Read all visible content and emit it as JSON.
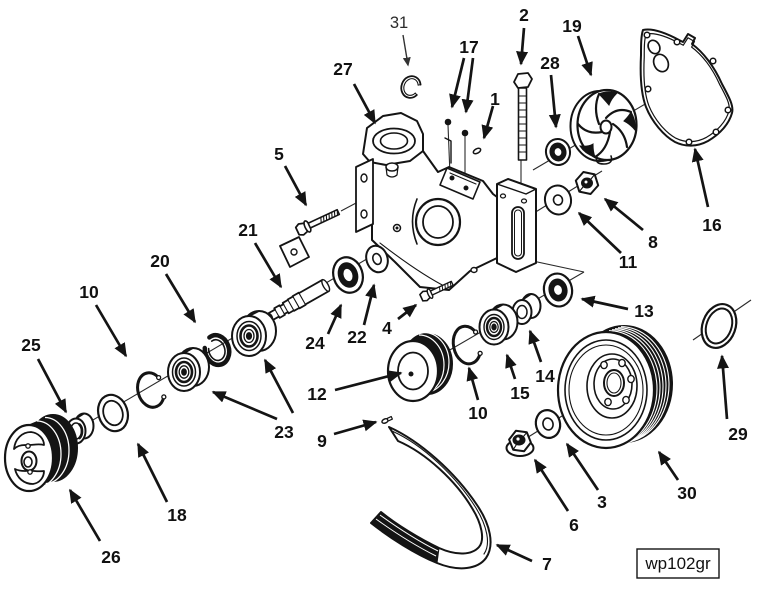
{
  "figure": {
    "code_label": "wp102gr"
  },
  "style": {
    "ink": "#141414",
    "paper": "#ffffff"
  },
  "callouts": {
    "n1": "1",
    "n2": "2",
    "n3": "3",
    "n4": "4",
    "n5": "5",
    "n6": "6",
    "n7": "7",
    "n8": "8",
    "n9": "9",
    "n10_left": "10",
    "n10_right": "10",
    "n11": "11",
    "n12": "12",
    "n13": "13",
    "n14": "14",
    "n15": "15",
    "n16": "16",
    "n17": "17",
    "n18": "18",
    "n19": "19",
    "n20": "20",
    "n21": "21",
    "n22": "22",
    "n23": "23",
    "n24": "24",
    "n25": "25",
    "n26": "26",
    "n27": "27",
    "n28": "28",
    "n29": "29",
    "n30": "30",
    "n31": "31"
  }
}
